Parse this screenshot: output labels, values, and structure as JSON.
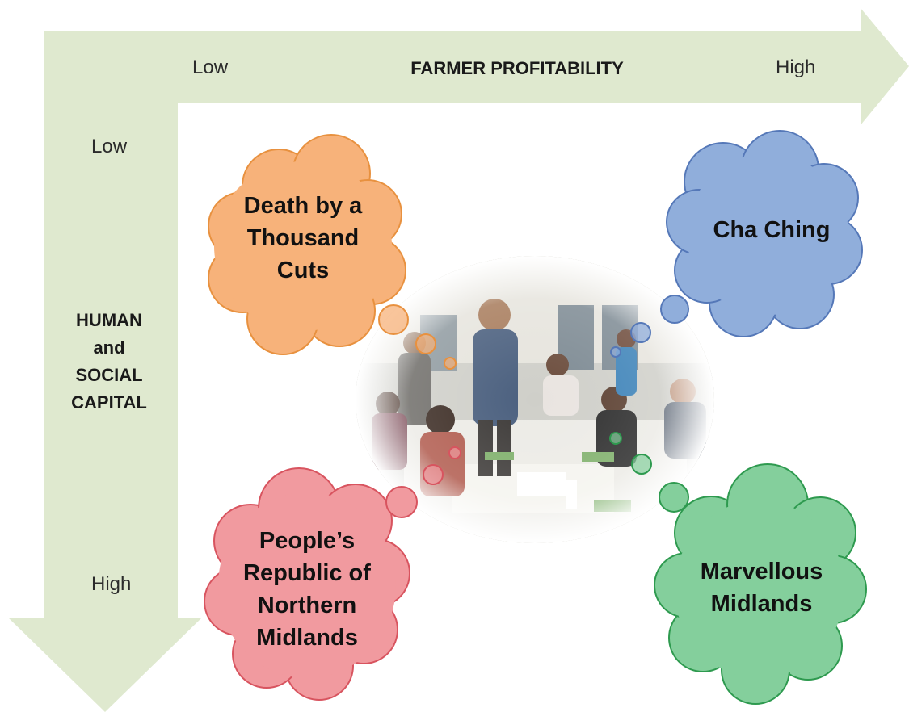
{
  "x_axis": {
    "title": "FARMER PROFITABILITY",
    "low_label": "Low",
    "high_label": "High"
  },
  "y_axis": {
    "title_lines": [
      "HUMAN",
      "and",
      "SOCIAL",
      "CAPITAL"
    ],
    "low_label": "Low",
    "high_label": "High"
  },
  "scenarios": {
    "top_left": {
      "lines": [
        "Death by a",
        "Thousand",
        "Cuts"
      ],
      "fill": "#f7b27a",
      "stroke": "#e8913f"
    },
    "top_right": {
      "lines": [
        "Cha Ching"
      ],
      "fill": "#90aedb",
      "stroke": "#5578b8"
    },
    "bottom_left": {
      "lines": [
        "People’s",
        "Republic of",
        "Northern",
        "Midlands"
      ],
      "fill": "#f19a9f",
      "stroke": "#d8545f"
    },
    "bottom_right": {
      "lines": [
        "Marvellous",
        "Midlands"
      ],
      "fill": "#84cf9c",
      "stroke": "#2e9a4f"
    }
  },
  "colors": {
    "arrow_fill": "#dfe9cf",
    "background": "#ffffff"
  },
  "center_image": {
    "description_icon": "workshop-photo"
  }
}
